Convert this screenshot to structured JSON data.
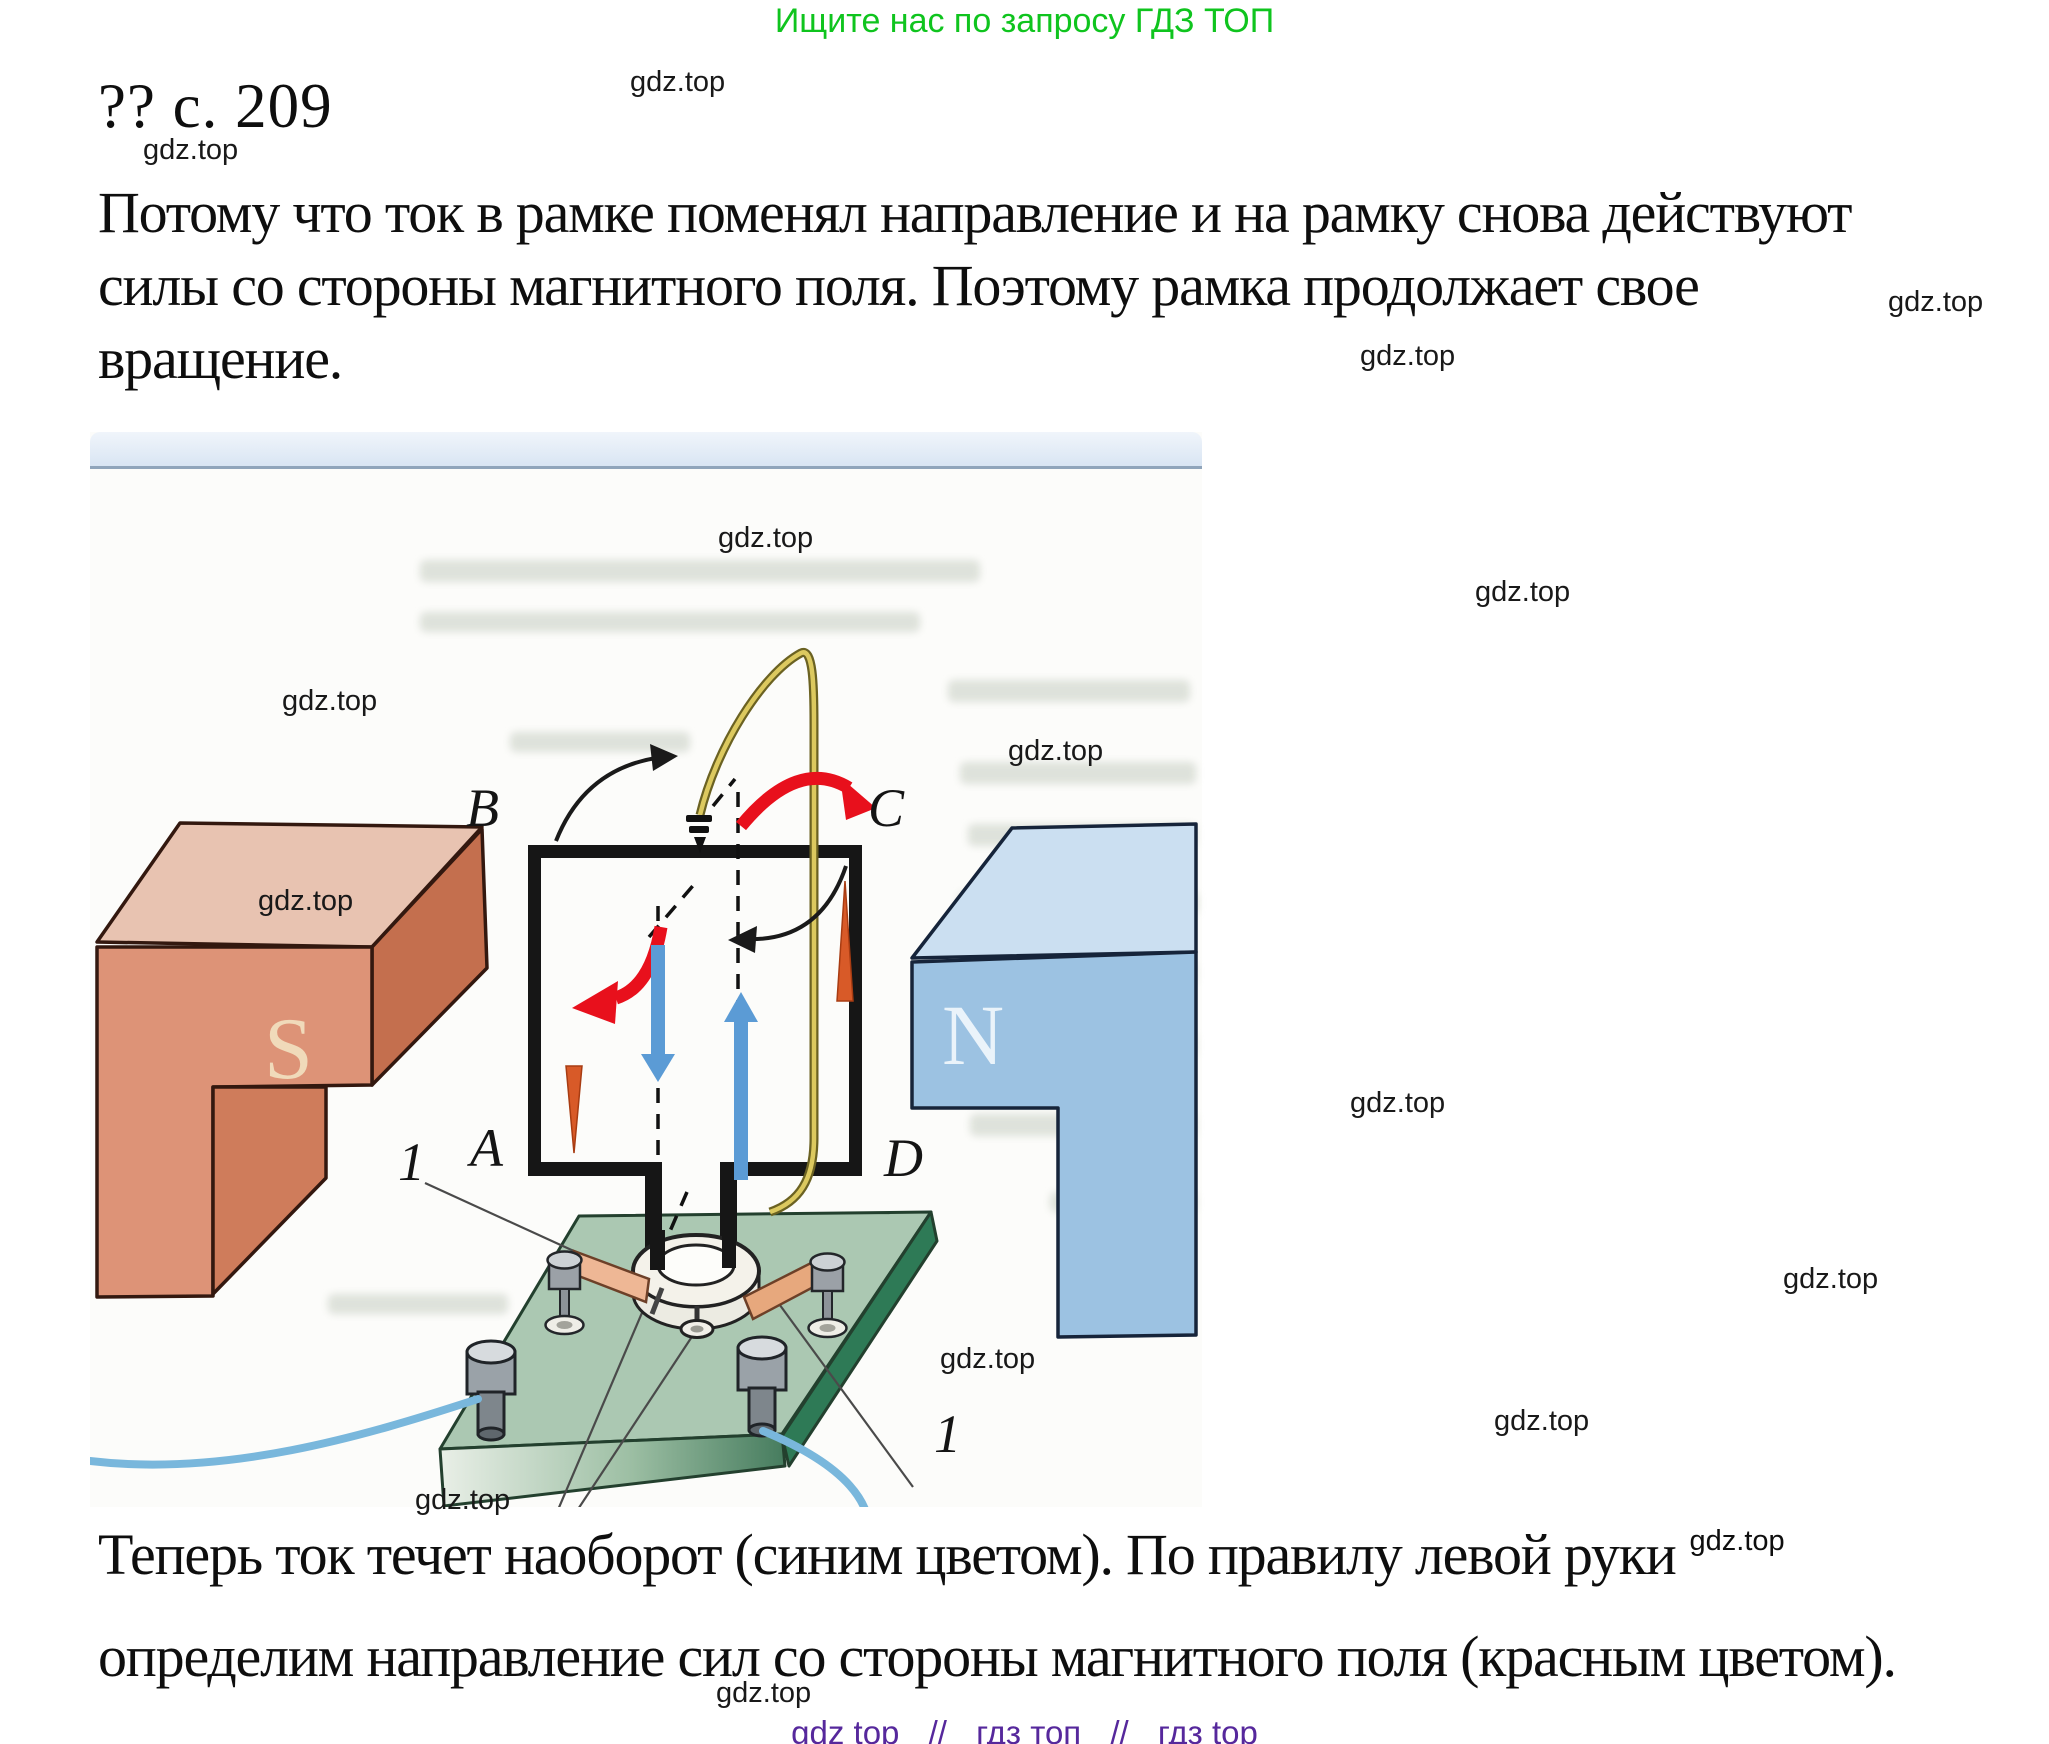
{
  "header": {
    "tagline": "Ищите нас по запросу ГДЗ ТОП"
  },
  "watermark": {
    "text": "gdz.top"
  },
  "content": {
    "heading": "?? с. 209",
    "answer_paragraph": {
      "line1": "Потому что ток в рамке поменял направление и на рамку снова действуют",
      "line2": "силы со стороны магнитного поля. Поэтому рамка продолжает свое",
      "line3": "вращение."
    },
    "explanation_paragraph": {
      "line1": "Теперь ток течет наоборот (синим цветом). По правилу левой руки",
      "line1_superscript": "gdz.top",
      "line2": "определим направление сил со стороны магнитного поля (красным цветом)."
    }
  },
  "figure": {
    "labels": {
      "top_left_corner": "B",
      "top_right_corner": "C",
      "bottom_left_corner": "A",
      "bottom_right_corner": "D",
      "pointer_top": "1",
      "pointer_bottom": "1",
      "south_pole": "S",
      "north_pole": "N"
    },
    "colors": {
      "magnet_south_front": "#dd9377",
      "magnet_north_front": "#9cc2e2",
      "current_arrow_blue": "#5b9bd5",
      "force_arrow_red": "#e8101c",
      "board_green": "#abc8b2",
      "wire_yellow": "#dcc95f",
      "wire_blue": "#79b7dc"
    }
  },
  "footer": {
    "seg1": "gdz top",
    "sep1": "//",
    "seg2": "гдз топ",
    "sep2": "//",
    "seg3": "гдз top"
  }
}
